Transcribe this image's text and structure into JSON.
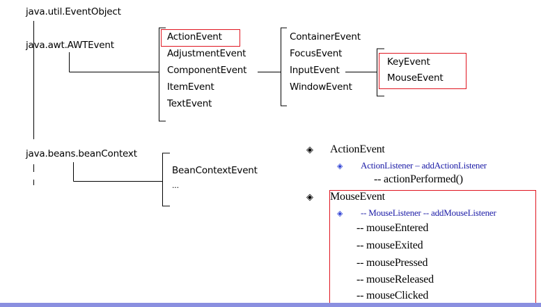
{
  "hierarchy": {
    "root": "java.util.EventObject",
    "awt": "java.awt.AWTEvent",
    "beans": "java.beans.beanContext",
    "awt_children": [
      "ActionEvent",
      "AdjustmentEvent",
      "ComponentEvent",
      "ItemEvent",
      "TextEvent"
    ],
    "component_children": [
      "ContainerEvent",
      "FocusEvent",
      "InputEvent",
      "WindowEvent"
    ],
    "input_children": [
      "KeyEvent",
      "MouseEvent"
    ],
    "beans_children": [
      "BeanContextEvent",
      "..."
    ]
  },
  "notes": {
    "action": {
      "title": "ActionEvent",
      "listener": "ActionListener – addActionListener",
      "methods": [
        "-- actionPerformed()"
      ]
    },
    "mouse": {
      "title": "MouseEvent",
      "listener": "-- MouseListener -- addMouseListener",
      "methods": [
        "-- mouseEntered",
        "-- mouseExited",
        "-- mousePressed",
        "-- mouseReleased",
        "-- mouseClicked"
      ]
    }
  },
  "icons": {
    "bullet_level1": "diamond-bullet-icon",
    "bullet_level2": "diamond-bullet-icon"
  },
  "colors": {
    "highlight_box": "#e0141e",
    "listener_text": "#1a1aa6",
    "bullet_blue": "#2c3fd4",
    "footer_rule": "#8a8fe0"
  }
}
